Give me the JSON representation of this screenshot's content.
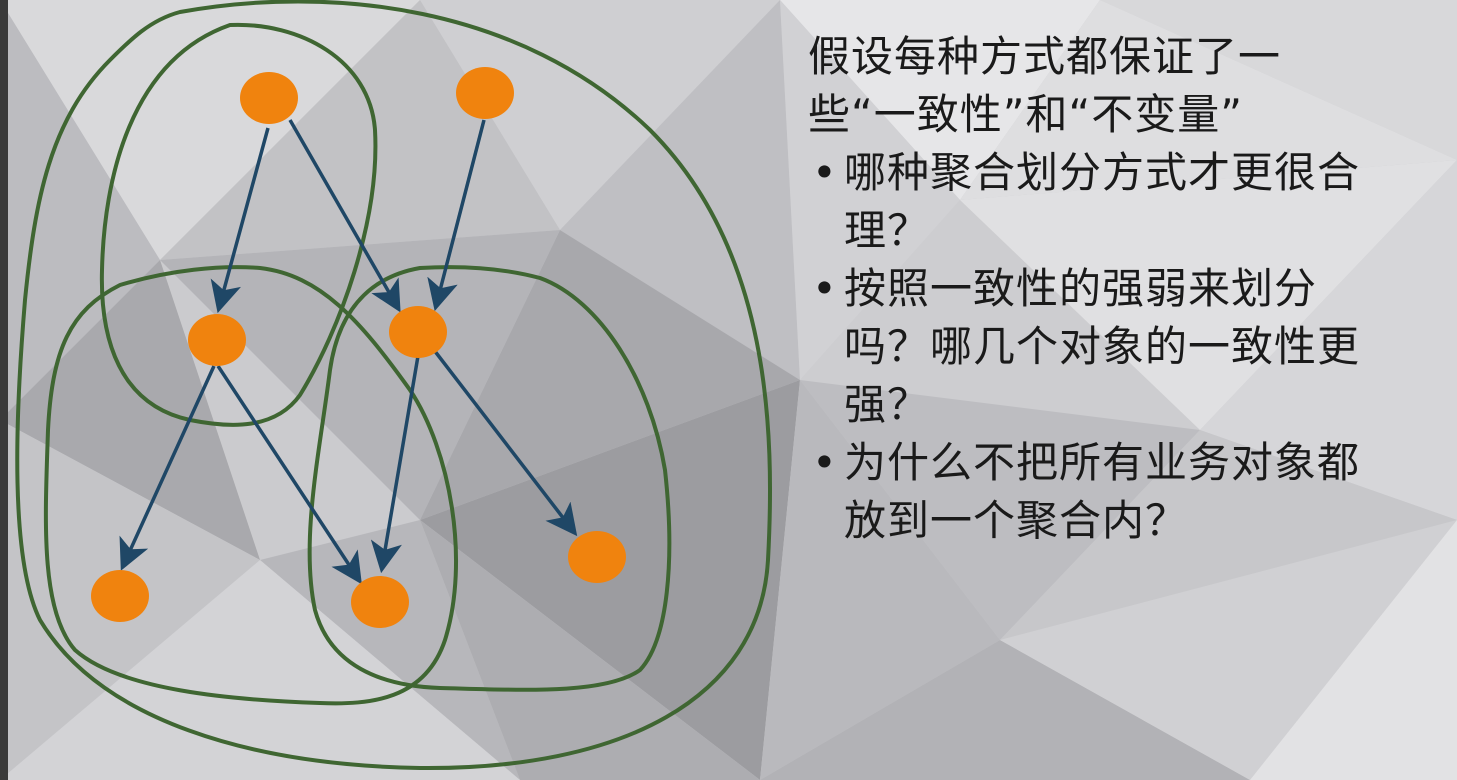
{
  "slide": {
    "heading": "假设每种方式都保证了一些“一致性”和“不变量”",
    "bullets": [
      {
        "text": "哪种聚合划分方式才更很合理？"
      },
      {
        "text": "按照一致性的强弱来划分吗？哪几个对象的一致性更强？"
      },
      {
        "text": "为什么不把所有业务对象都放到一个聚合内？"
      }
    ]
  },
  "colors": {
    "node": "#f0830e",
    "arrow": "#1f4766",
    "boundary": "#3f6632",
    "text": "#1a1a1a",
    "background": "#c9c9cc"
  },
  "diagram": {
    "nodes": [
      "a",
      "b",
      "c",
      "d",
      "e",
      "f",
      "g"
    ],
    "edges": [
      {
        "from": "a",
        "to": "c"
      },
      {
        "from": "a",
        "to": "d"
      },
      {
        "from": "b",
        "to": "d"
      },
      {
        "from": "c",
        "to": "e"
      },
      {
        "from": "c",
        "to": "f"
      },
      {
        "from": "d",
        "to": "f"
      },
      {
        "from": "d",
        "to": "g"
      }
    ],
    "aggregates": [
      "all-objects",
      "a-c",
      "c-e-f",
      "d-f-g"
    ]
  }
}
